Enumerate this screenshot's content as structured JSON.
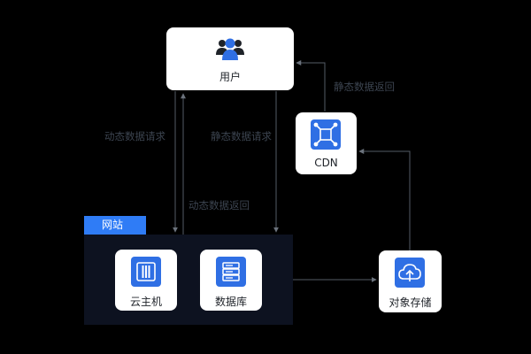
{
  "nodes": {
    "user": {
      "label": "用户",
      "icon": "users-icon"
    },
    "cdn": {
      "label": "CDN",
      "icon": "network-hub-icon"
    },
    "cloud_host": {
      "label": "云主机",
      "icon": "server-icon"
    },
    "database": {
      "label": "数据库",
      "icon": "database-icon"
    },
    "object_storage": {
      "label": "对象存储",
      "icon": "cloud-upload-icon"
    }
  },
  "group": {
    "label": "网站"
  },
  "edges": {
    "dynamic_request": "动态数据请求",
    "static_request": "静态数据请求",
    "dynamic_return": "动态数据返回",
    "static_return": "静态数据返回"
  },
  "colors": {
    "background": "#000000",
    "node_fill": "#ffffff",
    "icon_fill": "#2f6fe4",
    "group_fill": "#0d1220",
    "group_tag": "#2f7cf6",
    "edge": "#555c66"
  }
}
